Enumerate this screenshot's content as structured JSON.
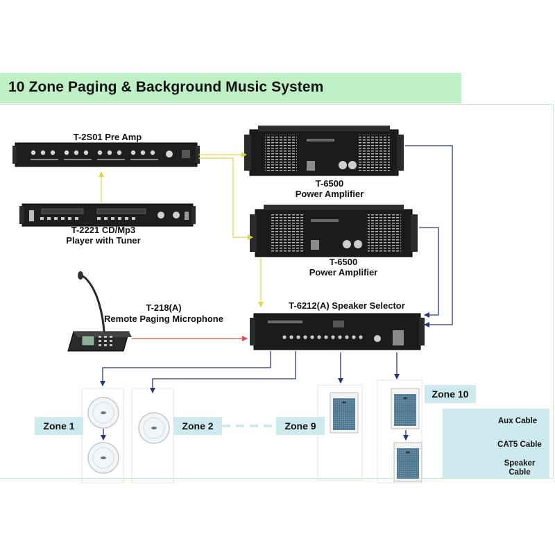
{
  "title": "10 Zone Paging & Background Music System",
  "devices": {
    "preamp": {
      "label": "T-2S01 Pre Amp"
    },
    "cd_player": {
      "label_line1": "T-2221 CD/Mp3",
      "label_line2": "Player with Tuner"
    },
    "amp1": {
      "label_line1": "T-6500",
      "label_line2": "Power Amplifier"
    },
    "amp2": {
      "label_line1": "T-6500",
      "label_line2": "Power Amplifier"
    },
    "microphone": {
      "label_line1": "T-218(A)",
      "label_line2": "Remote Paging Microphone"
    },
    "selector": {
      "label": "T-6212(A) Speaker Selector"
    }
  },
  "zones": {
    "zone1": "Zone 1",
    "zone2": "Zone 2",
    "zone9": "Zone 9",
    "zone10": "Zone 10"
  },
  "legend": {
    "aux": "Aux Cable",
    "cat5": "CAT5 Cable",
    "speaker_line1": "Speaker",
    "speaker_line2": "Cable"
  },
  "colors": {
    "aux_cable": "#d8d84a",
    "cat5_cable": "#e04848",
    "speaker_cable": "#2a3580",
    "title_background": "#bff0c6",
    "zone_label_background": "#cfeaee"
  }
}
